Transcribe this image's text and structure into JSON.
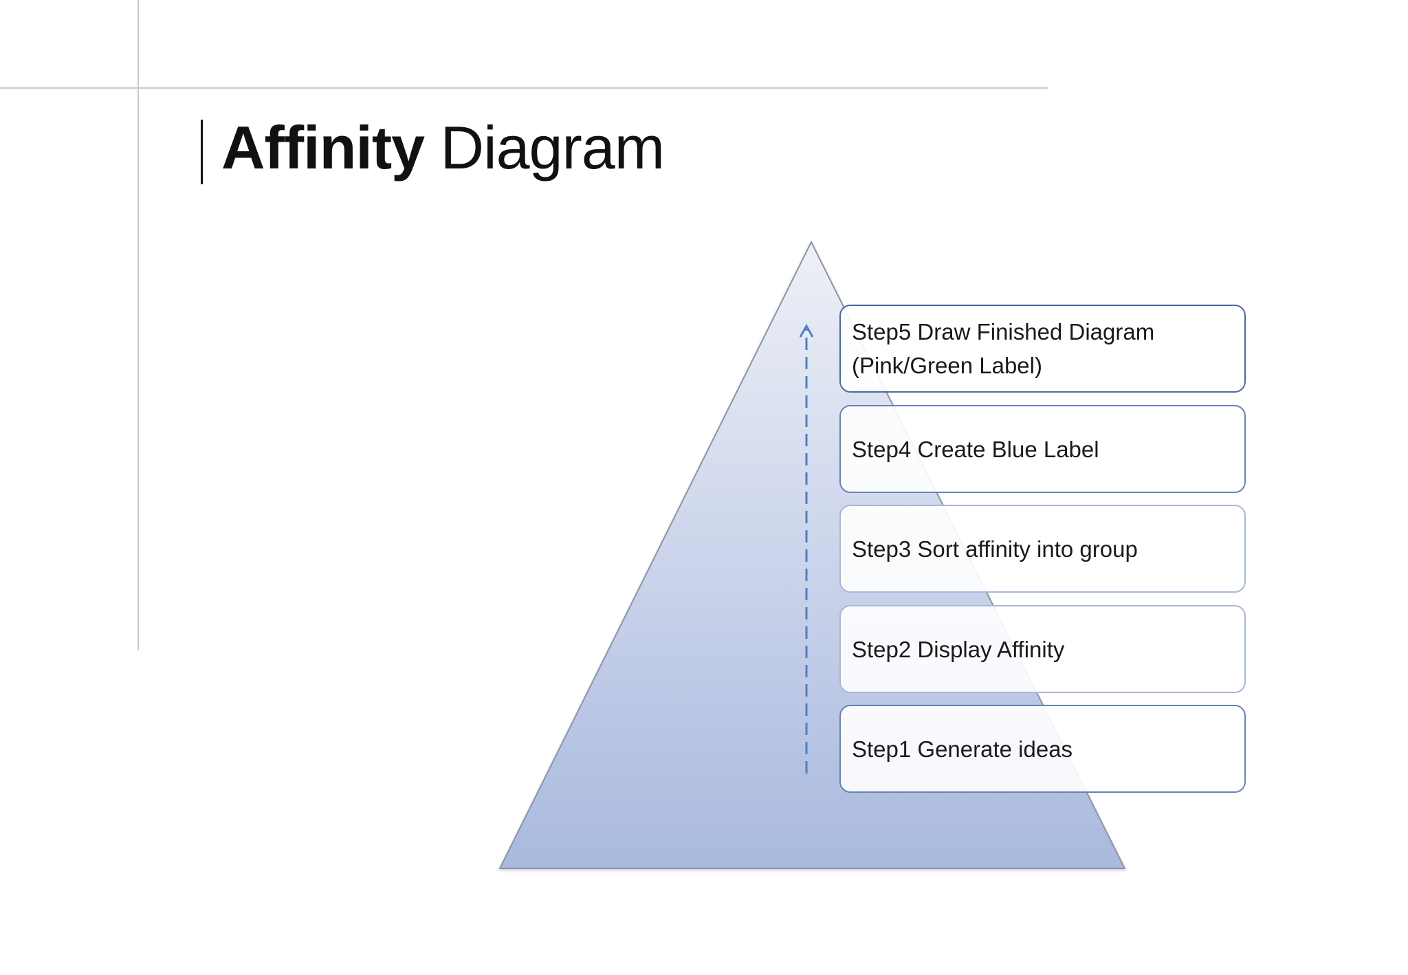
{
  "title": {
    "bold": "Affinity",
    "light": "Diagram"
  },
  "steps": [
    {
      "line1": "Step5 Draw Finished Diagram",
      "line2": "(Pink/Green Label)"
    },
    {
      "line1": "Step4 Create Blue Label"
    },
    {
      "line1": "Step3 Sort affinity into group"
    },
    {
      "line1": "Step2 Display Affinity"
    },
    {
      "line1": "Step1 Generate ideas"
    }
  ],
  "colors": {
    "pyramid_top": "#eceef6",
    "pyramid_bottom": "#a9b9dd",
    "arrow": "#4f7fc0",
    "box_border": "#5a77a8",
    "rule": "#c9c9c9"
  }
}
